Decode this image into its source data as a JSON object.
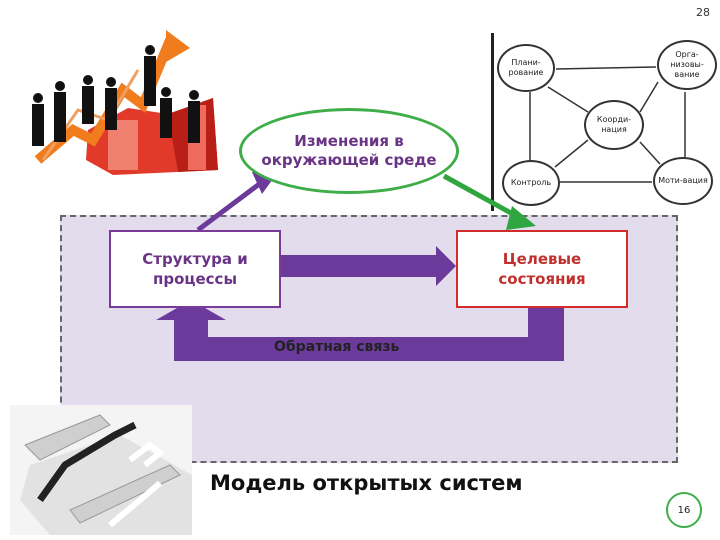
{
  "page": {
    "top_number": "28",
    "slide_number": "16"
  },
  "diagram": {
    "environment": "Изменения в окружающей среде",
    "structure": "Структура и процессы",
    "target": "Целевые состояния",
    "feedback": "Обратная связь",
    "title": "Модель открытых систем"
  },
  "management_cycle": {
    "nodes": {
      "planning": "Плани-рование",
      "organization": "Орга-низовы-вание",
      "coordination": "Коорди-нация",
      "control": "Контроль",
      "motivation": "Моти-вация"
    }
  },
  "colors": {
    "purple": "#7a3a9a",
    "green": "#3fae49",
    "red": "#d12b2b",
    "panel": "#e2dcec"
  }
}
